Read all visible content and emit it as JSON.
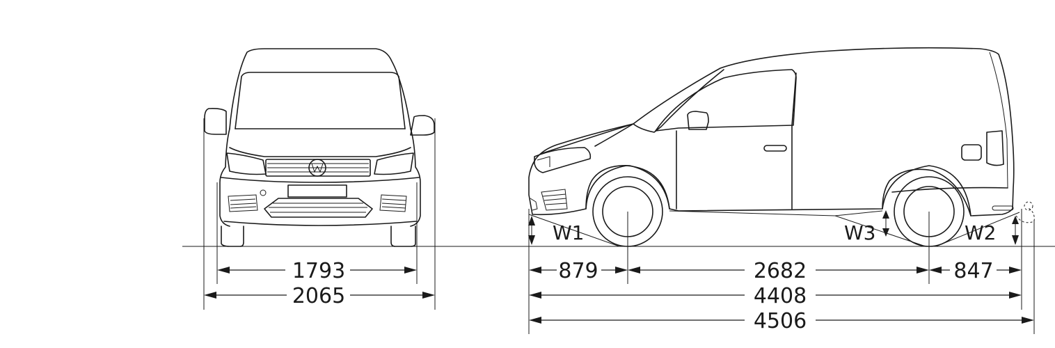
{
  "front_view": {
    "track_width": "1793",
    "overall_width": "2065"
  },
  "side_view": {
    "front_overhang": "879",
    "wheelbase": "2682",
    "rear_overhang": "847",
    "length": "4408",
    "length_with_towbar": "4506",
    "angles": {
      "approach": "W1",
      "departure": "W2",
      "ramp": "W3"
    }
  }
}
